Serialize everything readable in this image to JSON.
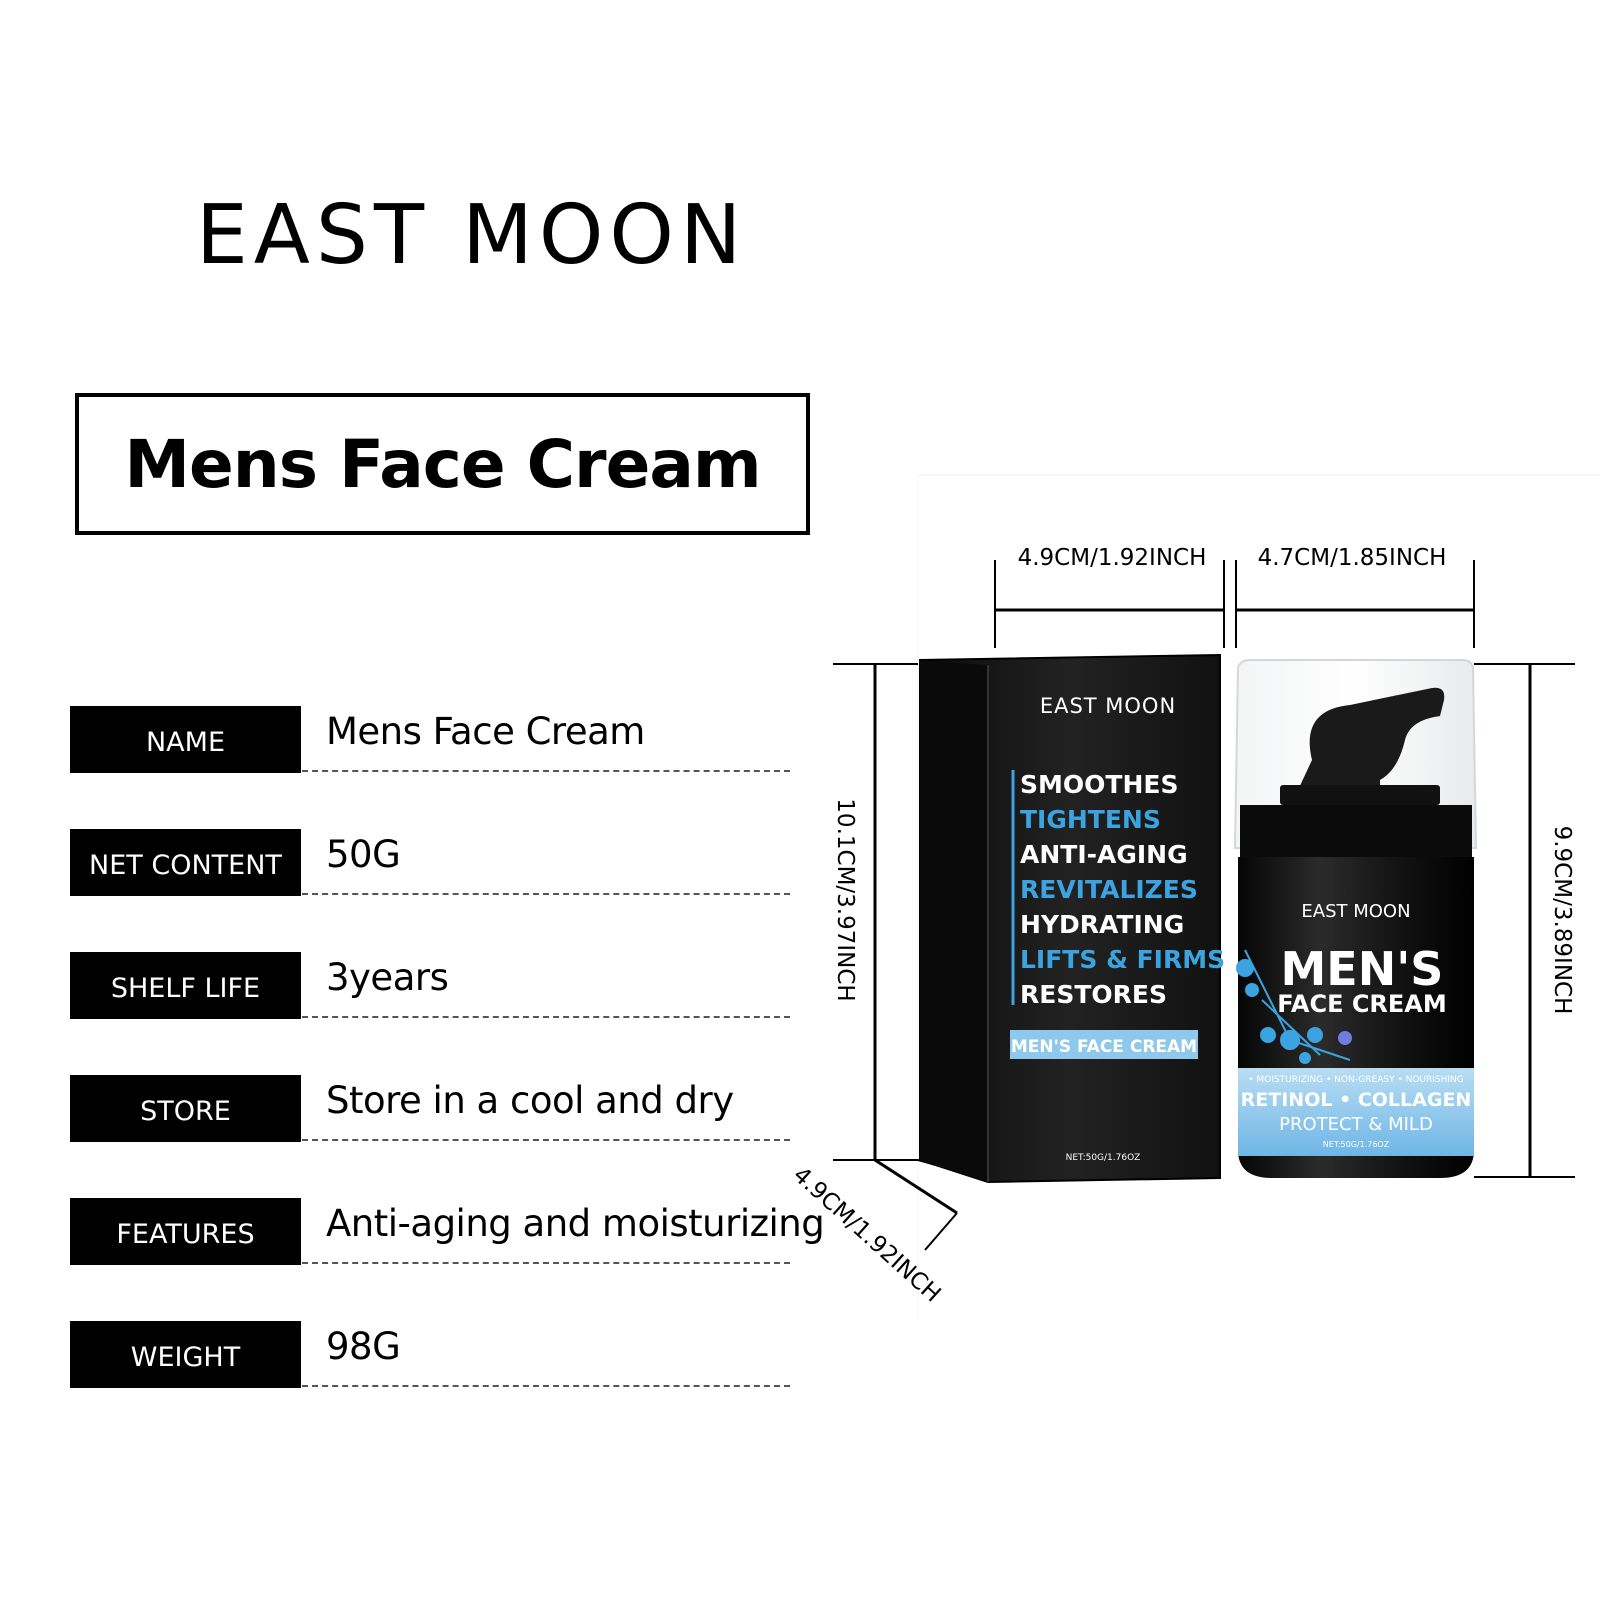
{
  "brand": "EAST MOON",
  "title": "Mens Face Cream",
  "specs": [
    {
      "label": "NAME",
      "value": "Mens Face Cream"
    },
    {
      "label": "NET  CONTENT",
      "value": "50G"
    },
    {
      "label": "SHELF LIFE",
      "value": "3years"
    },
    {
      "label": "STORE",
      "value": "Store in a cool and dry"
    },
    {
      "label": "FEATURES",
      "value": "Anti-aging and moisturizing"
    },
    {
      "label": "WEIGHT",
      "value": "98G"
    }
  ],
  "dimensions": {
    "box_width": "4.9CM/1.92INCH",
    "jar_width": "4.7CM/1.85INCH",
    "box_height": "10.1CM/3.97INCH",
    "jar_height": "9.9CM/3.89INCH",
    "box_depth": "4.9CM/1.92INCH"
  },
  "box": {
    "brand": "EAST MOON",
    "claims": [
      "SMOOTHES",
      "TIGHTENS",
      "ANTI-AGING",
      "REVITALIZES",
      "HYDRATING",
      "LIFTS & FIRMS",
      "RESTORES"
    ],
    "ribbon": "MEN'S FACE CREAM",
    "net": "NET:50G/1.76OZ"
  },
  "jar": {
    "brand": "EAST MOON",
    "title_line1": "MEN'S",
    "title_line2": "FACE CREAM",
    "tagline": "• MOISTURIZING  • NON-GREASY  • NOURISHING",
    "ingredients": "RETINOL • COLLAGEN",
    "subtitle": "PROTECT & MILD",
    "net": "NET:50G/1.76OZ"
  },
  "colors": {
    "black": "#000000",
    "accent_blue": "#3aa3e0",
    "label_blue": "#8ec8ec",
    "box_dark": "#151515"
  }
}
